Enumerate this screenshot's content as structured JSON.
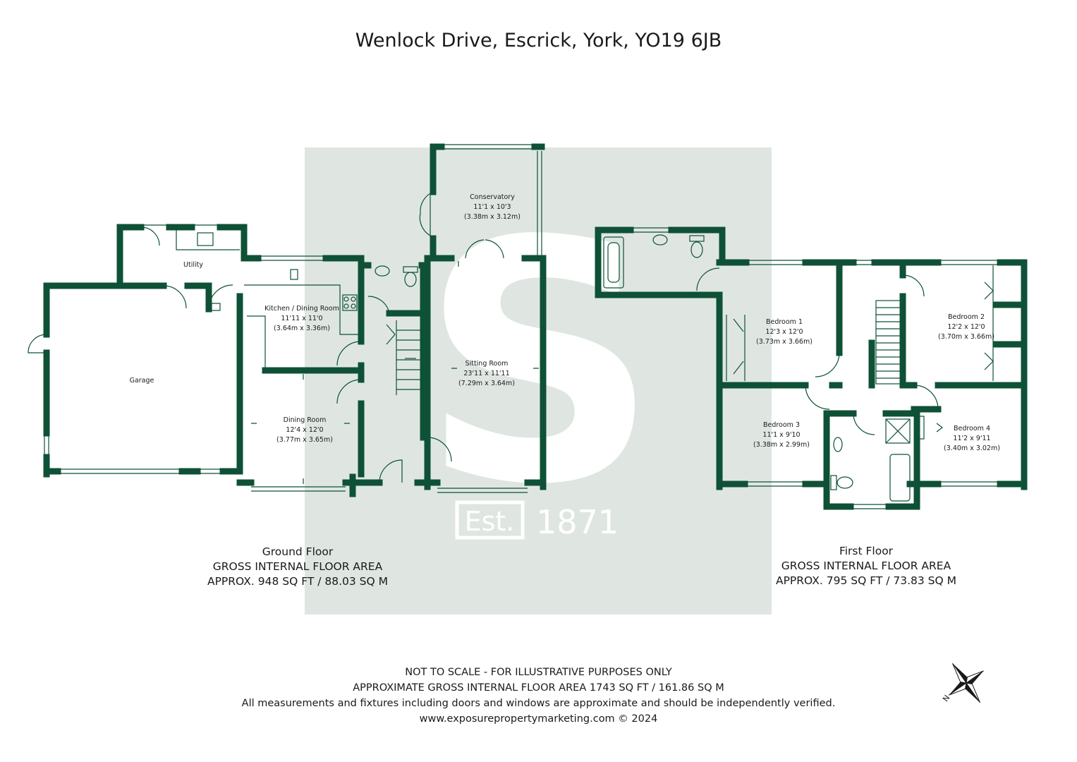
{
  "title": "Wenlock Drive, Escrick, York, YO19 6JB",
  "watermark": {
    "letter": "S",
    "est": "Est.",
    "year": "1871"
  },
  "ground_floor": {
    "name": "Ground Floor",
    "area_label": "GROSS INTERNAL FLOOR AREA",
    "area": "APPROX. 948 SQ FT / 88.03 SQ M",
    "rooms": [
      {
        "name": "Conservatory",
        "imperial": "11'1 x 10'3",
        "metric": "(3.38m x 3.12m)"
      },
      {
        "name": "Utility"
      },
      {
        "name": "Kitchen / Dining Room",
        "imperial": "11'11 x 11'0",
        "metric": "(3.64m x 3.36m)"
      },
      {
        "name": "Garage"
      },
      {
        "name": "Sitting Room",
        "imperial": "23'11 x 11'11",
        "metric": "(7.29m x 3.64m)"
      },
      {
        "name": "Dining Room",
        "imperial": "12'4 x 12'0",
        "metric": "(3.77m x 3.65m)"
      }
    ]
  },
  "first_floor": {
    "name": "First Floor",
    "area_label": "GROSS INTERNAL FLOOR AREA",
    "area": "APPROX. 795 SQ FT / 73.83 SQ M",
    "rooms": [
      {
        "name": "Bedroom 1",
        "imperial": "12'3 x 12'0",
        "metric": "(3.73m x 3.66m)"
      },
      {
        "name": "Bedroom 2",
        "imperial": "12'2 x 12'0",
        "metric": "(3.70m x 3.66m)"
      },
      {
        "name": "Bedroom 3",
        "imperial": "11'1 x 9'10",
        "metric": "(3.38m x 2.99m)"
      },
      {
        "name": "Bedroom 4",
        "imperial": "11'2 x 9'11",
        "metric": "(3.40m x 3.02m)"
      }
    ]
  },
  "footer": {
    "line1": "NOT TO SCALE - FOR ILLUSTRATIVE PURPOSES ONLY",
    "line2": "APPROXIMATE GROSS INTERNAL FLOOR AREA 1743 SQ FT / 161.86 SQ M",
    "line3": "All measurements and fixtures including doors and windows are approximate and should be independently verified.",
    "line4": "www.exposurepropertymarketing.com © 2024"
  },
  "compass": {
    "label": "N"
  },
  "colors": {
    "wall": "#0e5136",
    "watermark_bg": "#dfe6e2",
    "text": "#1a1a1a"
  }
}
